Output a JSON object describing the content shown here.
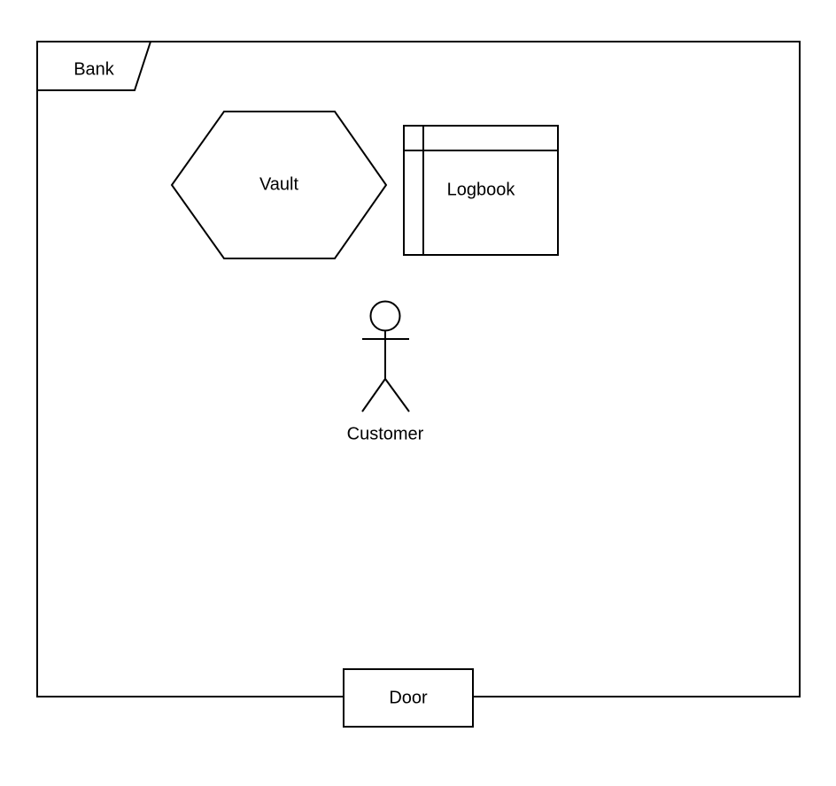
{
  "diagram": {
    "type": "uml-object-diagram",
    "background_color": "#ffffff",
    "stroke_color": "#000000",
    "fill_color": "#ffffff",
    "frame": {
      "label": "Bank",
      "name": "bank-frame"
    },
    "nodes": [
      {
        "id": "vault",
        "label": "Vault",
        "shape": "hexagon"
      },
      {
        "id": "logbook",
        "label": "Logbook",
        "shape": "window-table"
      },
      {
        "id": "customer",
        "label": "Customer",
        "shape": "actor-stick-figure"
      },
      {
        "id": "door",
        "label": "Door",
        "shape": "rectangle"
      }
    ]
  }
}
